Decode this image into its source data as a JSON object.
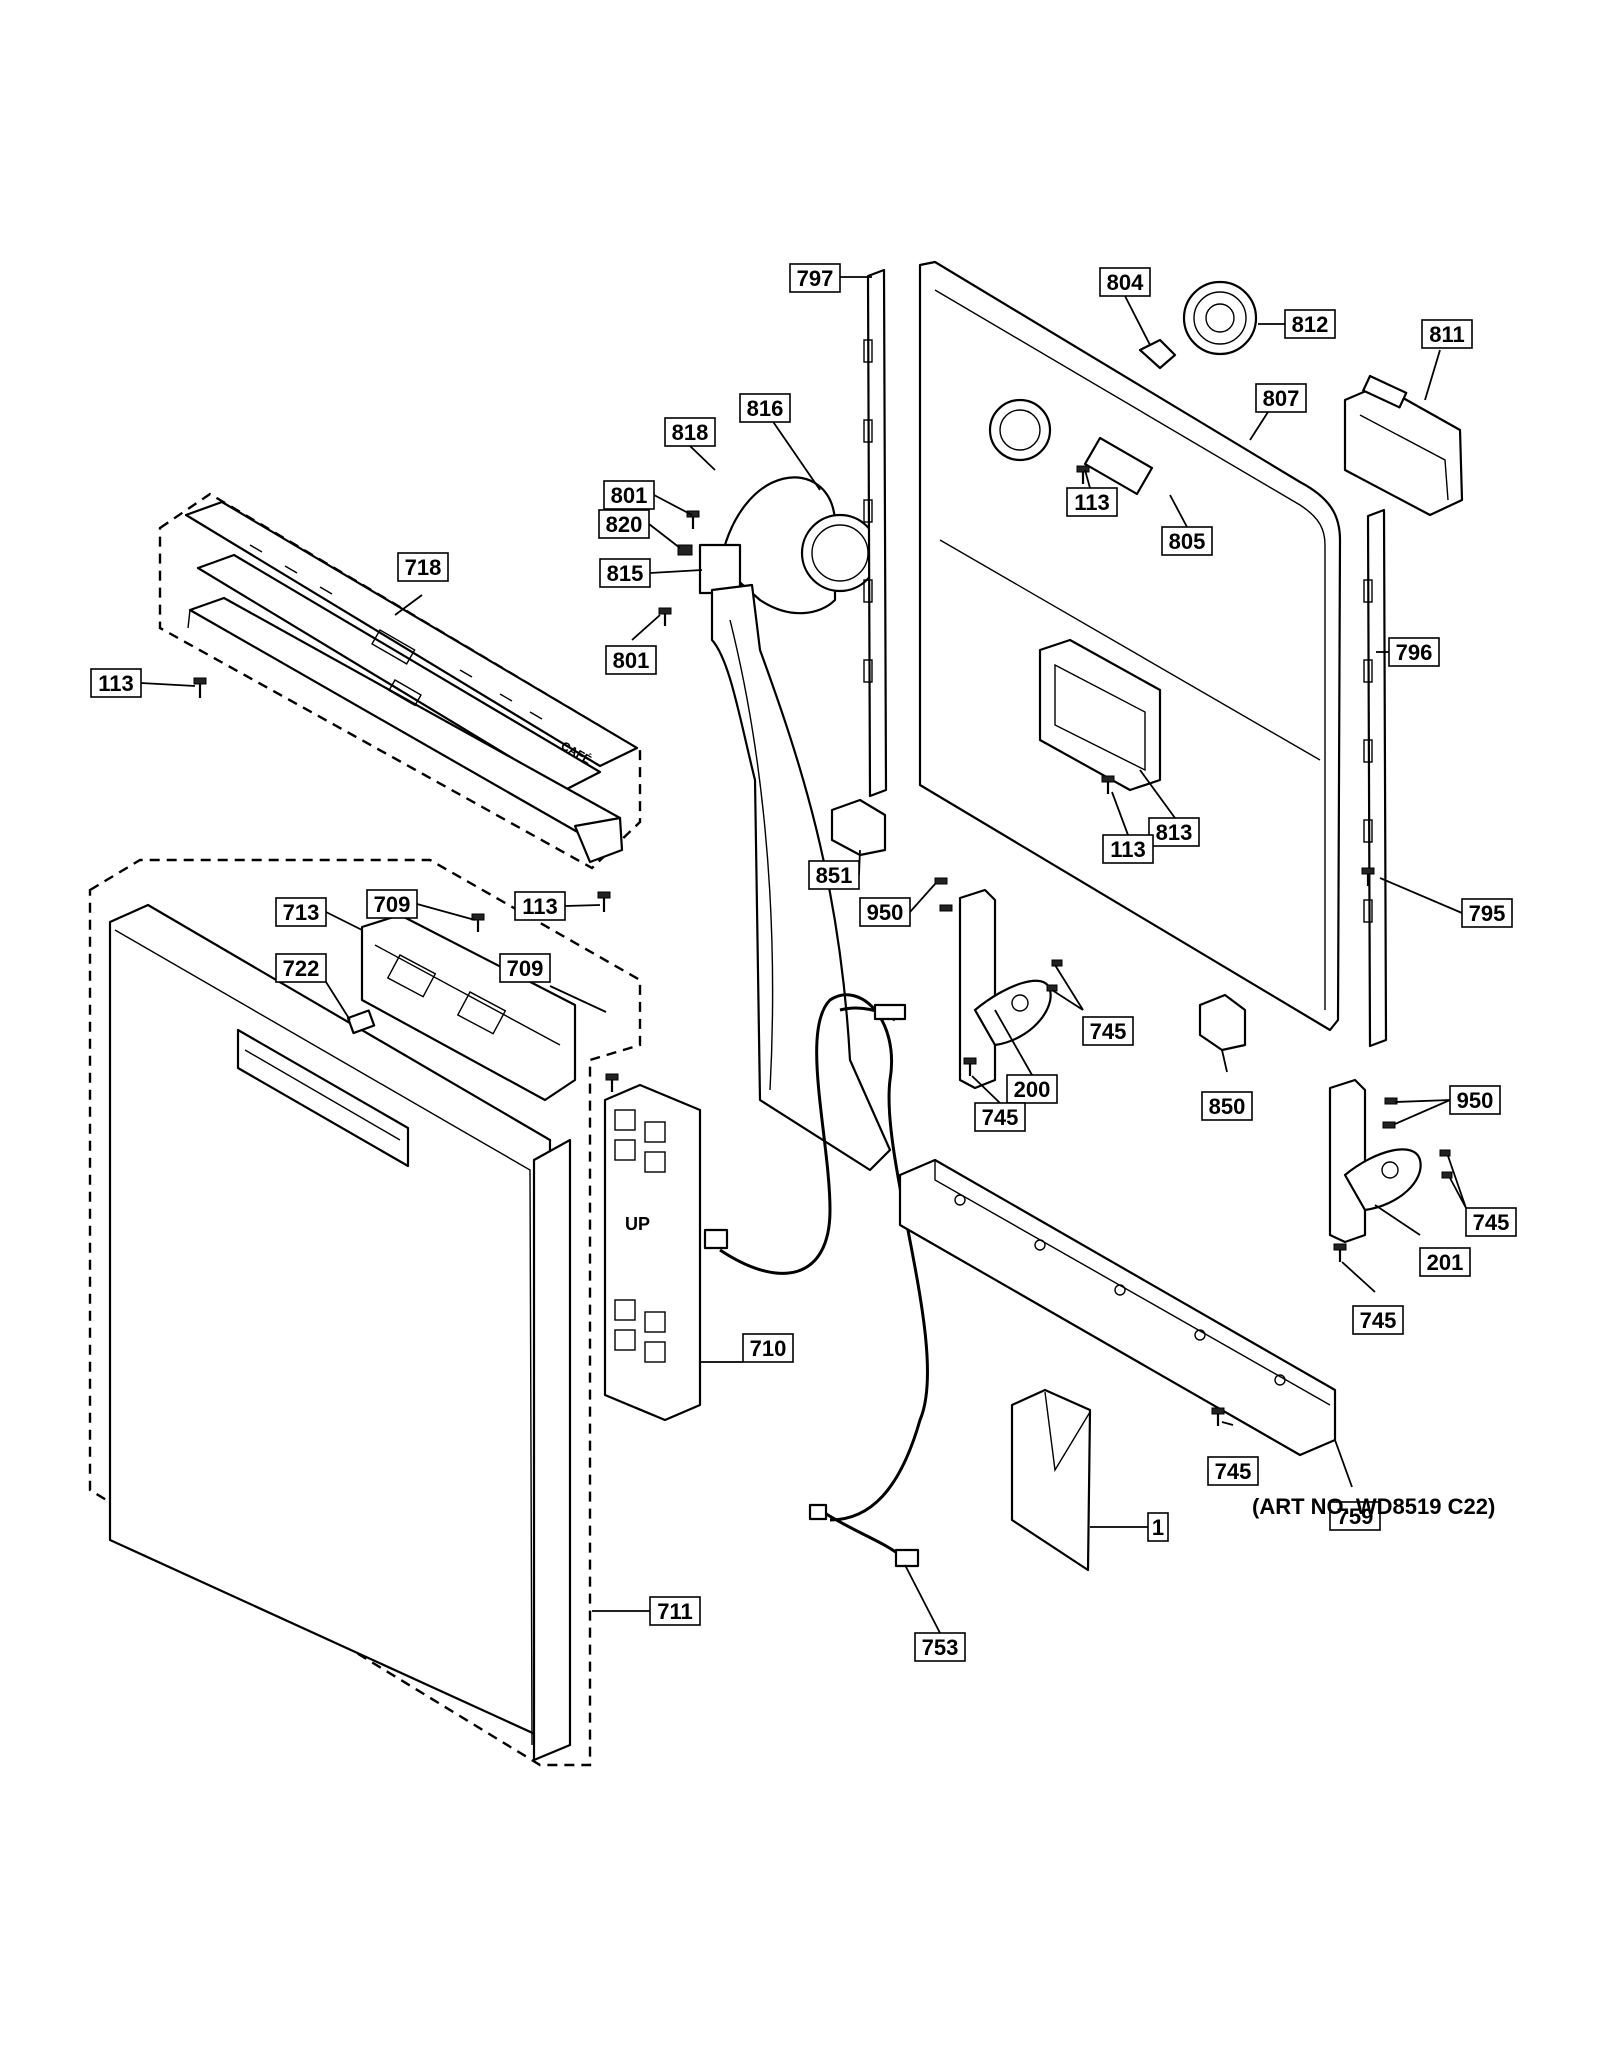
{
  "diagram": {
    "art_number": "(ART NO. WD8519 C22)",
    "callouts": [
      {
        "id": "c-797",
        "label": "797"
      },
      {
        "id": "c-804",
        "label": "804"
      },
      {
        "id": "c-812",
        "label": "812"
      },
      {
        "id": "c-811",
        "label": "811"
      },
      {
        "id": "c-807",
        "label": "807"
      },
      {
        "id": "c-816",
        "label": "816"
      },
      {
        "id": "c-818",
        "label": "818"
      },
      {
        "id": "c-801a",
        "label": "801"
      },
      {
        "id": "c-820",
        "label": "820"
      },
      {
        "id": "c-815",
        "label": "815"
      },
      {
        "id": "c-801b",
        "label": "801"
      },
      {
        "id": "c-113a",
        "label": "113"
      },
      {
        "id": "c-805",
        "label": "805"
      },
      {
        "id": "c-718",
        "label": "718"
      },
      {
        "id": "c-796",
        "label": "796"
      },
      {
        "id": "c-113b",
        "label": "113"
      },
      {
        "id": "c-813",
        "label": "813"
      },
      {
        "id": "c-113c",
        "label": "113"
      },
      {
        "id": "c-851",
        "label": "851"
      },
      {
        "id": "c-113d",
        "label": "113"
      },
      {
        "id": "c-709a",
        "label": "709"
      },
      {
        "id": "c-950a",
        "label": "950"
      },
      {
        "id": "c-795",
        "label": "795"
      },
      {
        "id": "c-713",
        "label": "713"
      },
      {
        "id": "c-722",
        "label": "722"
      },
      {
        "id": "c-709b",
        "label": "709"
      },
      {
        "id": "c-745a",
        "label": "745"
      },
      {
        "id": "c-200",
        "label": "200"
      },
      {
        "id": "c-745b",
        "label": "745"
      },
      {
        "id": "c-850",
        "label": "850"
      },
      {
        "id": "c-950b",
        "label": "950"
      },
      {
        "id": "c-745c",
        "label": "745"
      },
      {
        "id": "c-201",
        "label": "201"
      },
      {
        "id": "c-745d",
        "label": "745"
      },
      {
        "id": "c-710",
        "label": "710"
      },
      {
        "id": "c-745e",
        "label": "745"
      },
      {
        "id": "c-1",
        "label": "1"
      },
      {
        "id": "c-759",
        "label": "759"
      },
      {
        "id": "c-711",
        "label": "711"
      },
      {
        "id": "c-753",
        "label": "753"
      }
    ],
    "embossed_text": {
      "up_mark": "UP",
      "brand_mark": "CAFÉ"
    }
  }
}
